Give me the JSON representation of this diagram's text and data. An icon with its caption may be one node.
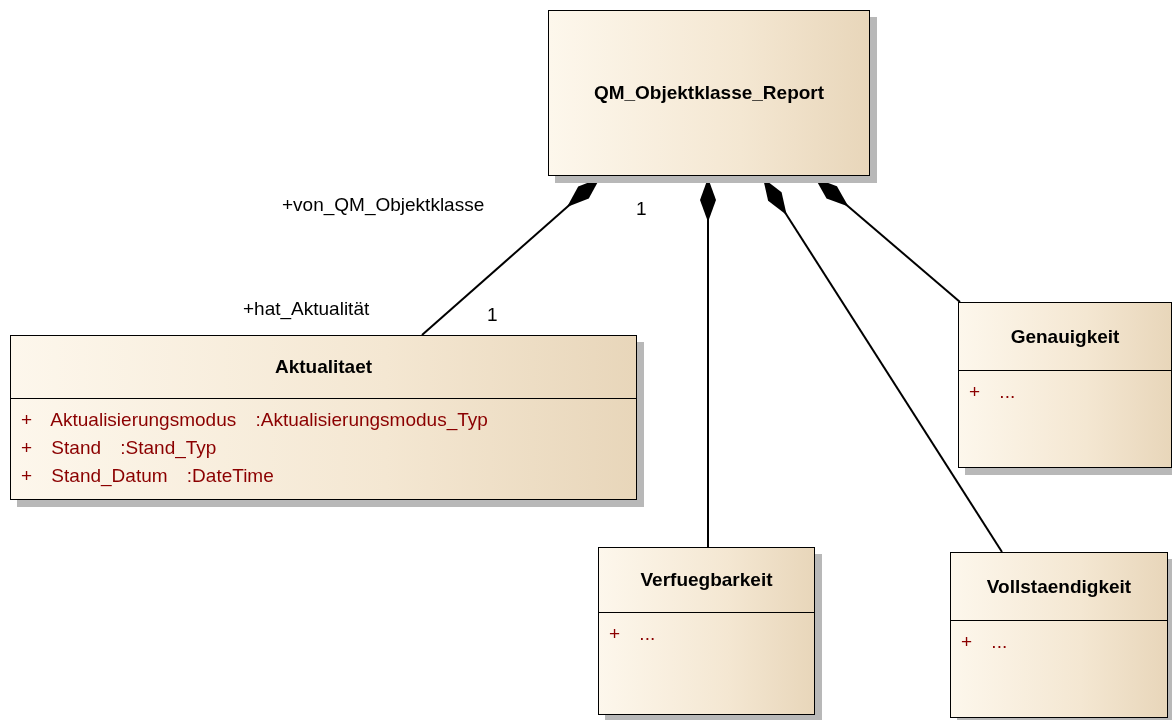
{
  "diagram": {
    "nodes": [
      {
        "text": [
          "QM_Objektklasse_Report"
        ]
      },
      {
        "text": [
          "Aktualitaet",
          "+ Aktualisierungsmodus :Aktualisierungsmodus_Typ",
          "+ Stand :Stand_Typ",
          "+ Stand_Datum :DateTime"
        ]
      },
      {
        "text": [
          "Genauigkeit",
          "+ ..."
        ]
      },
      {
        "text": [
          "Verfuegbarkeit",
          "+ ..."
        ]
      },
      {
        "text": [
          "Vollstaendigkeit",
          "+ ..."
        ]
      }
    ],
    "edges": [
      {
        "from": 1,
        "to": 0,
        "arrow": "other"
      },
      {
        "from": 3,
        "to": 0,
        "arrow": "other"
      },
      {
        "from": 4,
        "to": 0,
        "arrow": "other"
      },
      {
        "from": 2,
        "to": 0,
        "arrow": "other"
      }
    ],
    "labels": [
      "+von_QM_Objektklasse",
      "1",
      "+hat_Aktualität",
      "1"
    ]
  }
}
